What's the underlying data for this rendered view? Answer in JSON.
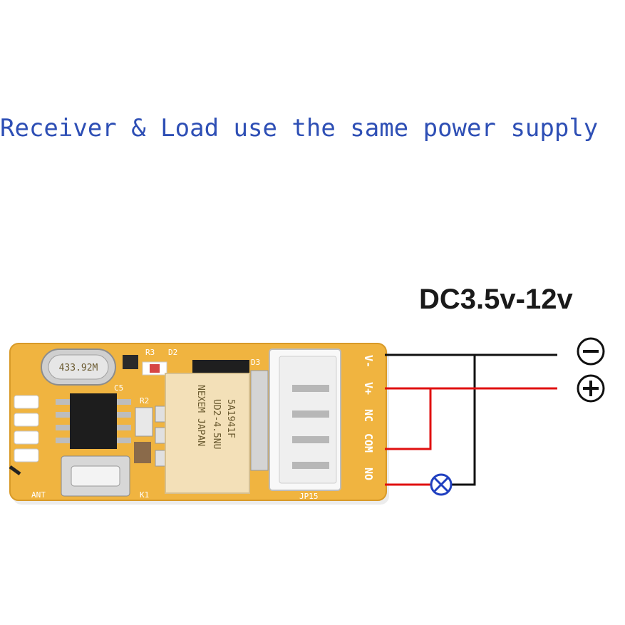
{
  "headline": "Receiver & Load use the same power supply",
  "voltage_label": "DC3.5v-12v",
  "terminals": {
    "negative_symbol": "⊖",
    "positive_symbol": "⊕"
  },
  "board": {
    "pins": [
      "V-",
      "V+",
      "NC",
      "COM",
      "NO"
    ],
    "connector_label": "JP15",
    "crystal_label": "433.92M",
    "relay_lines": [
      "5A1941F",
      "UD2-4.5NU",
      "NEXEM JAPAN"
    ],
    "silk_labels": [
      "R3",
      "D2",
      "C5",
      "R2",
      "D3",
      "K1",
      "ANT"
    ]
  },
  "colors": {
    "headline": "#2e4fb5",
    "board": "#f0b440",
    "wire_negative": "#111111",
    "wire_positive": "#e01010",
    "lamp": "#2040c0"
  },
  "icons": {
    "lamp": "lamp-icon",
    "negative": "minus-circle-icon",
    "positive": "plus-circle-icon"
  }
}
